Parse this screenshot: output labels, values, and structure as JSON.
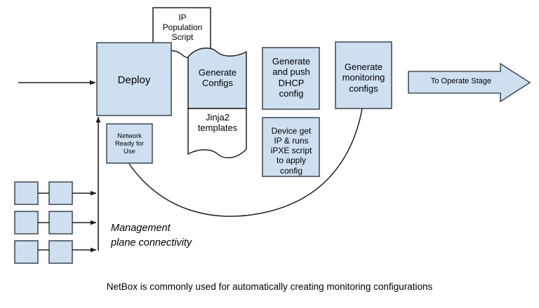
{
  "diagram": {
    "title_caption": "NetBox is commonly used for automatically creating monitoring configurations",
    "colors": {
      "node_fill": "#cedfef",
      "node_stroke": "#46505a",
      "line": "#1f1f1f",
      "text": "#000000",
      "background": "#ffffff"
    },
    "nodes": [
      {
        "id": "deploy",
        "label": "Deploy",
        "shape": "rectangle",
        "fill": "#cedfef"
      },
      {
        "id": "ip-population",
        "label": "IP\nPopulation\nScript",
        "shape": "document",
        "fill": "#ffffff"
      },
      {
        "id": "generate-configs",
        "label": "Generate\nConfigs",
        "shape": "rectangle",
        "fill": "#cedfef"
      },
      {
        "id": "jinja2-templates",
        "label": "Jinja2\ntemplates",
        "shape": "document",
        "fill": "#ffffff"
      },
      {
        "id": "dhcp-config",
        "label": "Generate\nand push\nDHCP\nconfig",
        "shape": "rectangle",
        "fill": "#cedfef"
      },
      {
        "id": "device-ipxe",
        "label": "Device get\nIP & runs\niPXE script\nto apply\nconfig",
        "shape": "rectangle",
        "fill": "#cedfef"
      },
      {
        "id": "monitoring-configs",
        "label": "Generate\nmonitoring\nconfigs",
        "shape": "rectangle",
        "fill": "#cedfef"
      },
      {
        "id": "network-ready",
        "label": "Network\nReady for\nUse",
        "shape": "rectangle",
        "fill": "#cedfef"
      },
      {
        "id": "to-operate-stage",
        "label": "To Operate Stage",
        "shape": "block-arrow",
        "fill": "#cedfef"
      }
    ],
    "annotations": [
      {
        "id": "management-plane",
        "label": "Management\nplane connectivity",
        "style": "italic"
      }
    ],
    "device_grid": {
      "rows": 3,
      "columns": 2,
      "node_label": "",
      "fill": "#cedfef"
    }
  }
}
